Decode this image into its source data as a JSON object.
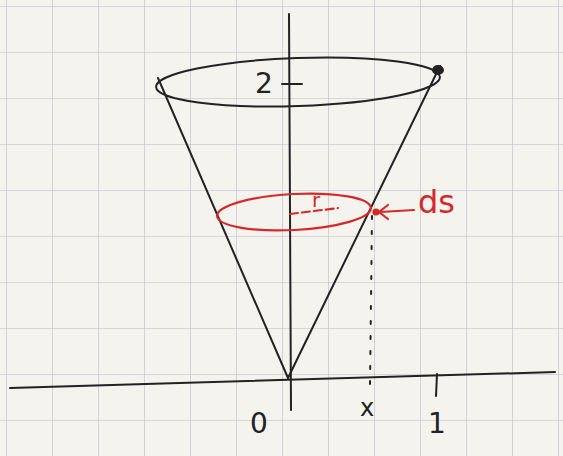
{
  "diagram": {
    "labels": [
      "2",
      "r",
      "ds",
      "0",
      "x",
      "1"
    ]
  }
}
